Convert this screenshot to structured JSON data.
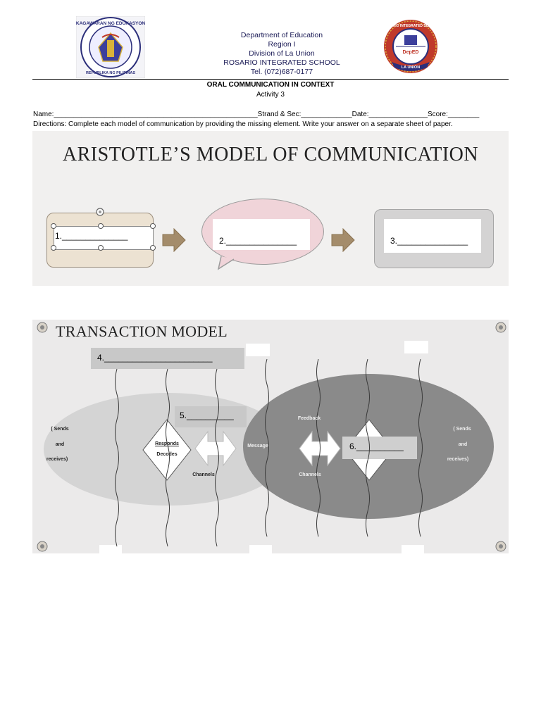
{
  "header": {
    "deped_seal_text": "KAGAWARAN NG EDUKASYON · REPUBLIKA NG PILIPINAS",
    "school_seal_text": "ROSARIO INTEGRATED SCHOOL · DepED · 2004 · LA UNION",
    "lines": [
      "Department of Education",
      "Region I",
      "Division of La Union",
      "ROSARIO INTEGRATED SCHOOL",
      "Tel. (072)687-0177"
    ]
  },
  "subject": "ORAL COMMUNICATION IN CONTEXT",
  "activity": "Activity 3",
  "info_line": "Name:____________________________________________________Strand & Sec:_____________Date:_______________Score:________",
  "directions": "Directions: Complete each model of communication by providing the missing element. Write your answer on a separate sheet of paper.",
  "aristotle": {
    "title": "ARISTOTLE’S MODEL OF COMMUNICATION",
    "blank1": "1.______________",
    "blank2": "2._______________",
    "blank3": "3._______________"
  },
  "transaction": {
    "title": "TRANSACTION MODEL",
    "blank4": "4._______________________",
    "blank5": "5.__________",
    "blank6": "6.__________",
    "sends_left": [
      "( Sends",
      "and",
      "receives)"
    ],
    "sends_right": [
      "( Sends",
      "and",
      "receives)"
    ],
    "responds": "Responds",
    "decodes": "Decodes",
    "channels_left": "Channels",
    "channels_right": "Channels",
    "message": "Message",
    "feedback": "Feedback"
  }
}
